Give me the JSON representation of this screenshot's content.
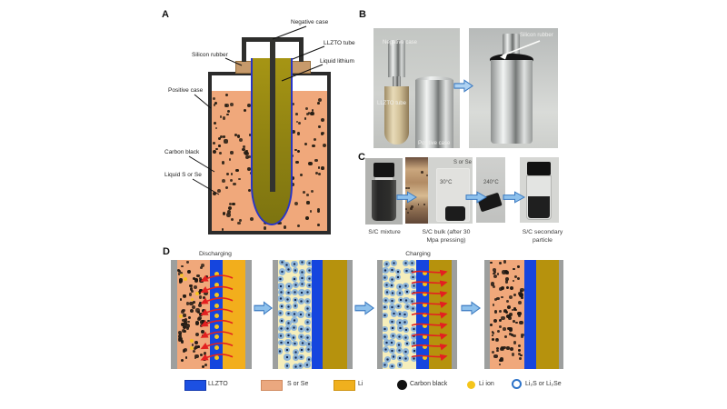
{
  "panels": {
    "a": {
      "letter": "A",
      "labels": {
        "negative_case": "Negative case",
        "llzto_tube": "LLZTO tube",
        "liquid_lithium": "Liquid lithium",
        "silicon_rubber": "Silicon rubber",
        "positive_case": "Positive case",
        "carbon_black": "Carbon black",
        "liquid_s_or_se": "Liquid S or Se"
      }
    },
    "b": {
      "letter": "B",
      "labels": {
        "negative_case": "Negative case",
        "llzto_tube": "LLZTO tube",
        "positive_case": "Positive case",
        "silicon_rubber": "Silicon rubber"
      }
    },
    "c": {
      "letter": "C",
      "annotations": {
        "s_or_se": "S or Se",
        "temp_30": "30°C",
        "temp_240": "240°C"
      },
      "captions": {
        "step1": "S/C mixture",
        "step2": "S/C bulk (after 30 Mpa pressing)",
        "step3": "S/C secondary particle"
      }
    },
    "d": {
      "letter": "D",
      "labels": {
        "discharging": "Discharging",
        "charging": "Charging"
      }
    }
  },
  "legend": {
    "items": [
      {
        "label": "LLZTO",
        "swatch": "rect",
        "color": "#1c50e2"
      },
      {
        "label": "S or Se",
        "swatch": "rect",
        "color": "#eba87f"
      },
      {
        "label": "Li",
        "swatch": "rect",
        "color": "#f0b01e"
      },
      {
        "label": "Carbon black",
        "swatch": "filled-circle",
        "color": "#111111"
      },
      {
        "label": "Li ion",
        "swatch": "filled-circle",
        "color": "#f5c51a"
      },
      {
        "label": "Li₂S or Li₂Se",
        "swatch": "outlined-circle",
        "color": "#2d73c8"
      }
    ]
  },
  "colors": {
    "llzto_blue": "#1c50e2",
    "s_or_se_salmon": "#f0a87b",
    "li_yellow": "#f2ae1c",
    "li_dark_gold": "#b6920d",
    "carbon_black": "#1f1812",
    "li_ion_yellow": "#f6c51c",
    "li2s_light_blue": "#8fb6d9",
    "liquid_lithium_olive": "#9a8c14",
    "silicon_rubber_tan": "#c79a6b",
    "case_outline": "#2b2b2b",
    "red_arrow": "#e32020",
    "flow_arrow_fill": "#8ec1ec",
    "flow_arrow_stroke": "#3b7ac1",
    "gray_case_bar": "#9d9f9e"
  }
}
